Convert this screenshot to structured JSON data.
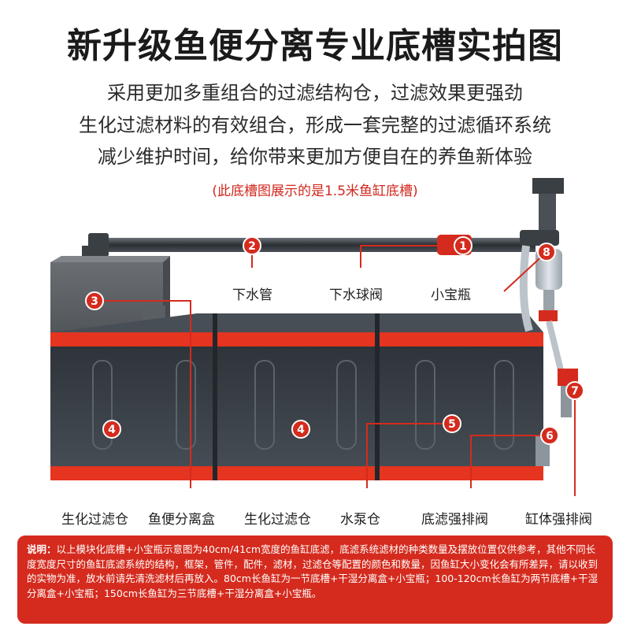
{
  "title": "新升级鱼便分离专业底槽实拍图",
  "intro": [
    "采用更加多重组合的过滤结构仓，过滤效果更强劲",
    "生化过滤材料的有效组合，形成一套完整的过滤循环系统",
    "减少维护时间，给你带来更加方便自在的养鱼新体验"
  ],
  "note": "(此底槽图展示的是1.5米鱼缸底槽)",
  "markers": [
    "1",
    "2",
    "3",
    "4",
    "4",
    "5",
    "6",
    "7",
    "8"
  ],
  "labels": {
    "drain_pipe": "下水管",
    "drain_ball_valve": "下水球阀",
    "small_bottle": "小宝瓶",
    "bio_chamber_left": "生化过滤仓",
    "feces_box": "鱼便分离盒",
    "bio_chamber_right": "生化过滤仓",
    "pump_chamber": "水泵仓",
    "bottom_drain_valve": "底滤强排阀",
    "tank_drain_valve": "缸体强排阀"
  },
  "description": {
    "prefix": "说明：",
    "text": "以上模块化底槽+小宝瓶示意图为40cm/41cm宽度的鱼缸底滤，底滤系统滤材的种类数量及摆放位置仅供参考，其他不同长度宽度尺寸的鱼缸底滤系统的结构，框架，管件，配件，滤材，过滤仓等配置的颜色和数量，因鱼缸大小变化会有所差异，请以收到的实物为准，放水前请先清洗滤材后再放入。80cm长鱼缸为一节底槽+干湿分离盒+小宝瓶；100-120cm长鱼缸为两节底槽+干湿分离盒+小宝瓶；150cm长鱼缸为三节底槽+干湿分离盒+小宝瓶。"
  },
  "colors": {
    "accent_red": "#d42b1e",
    "tank_dark": "#3a4047",
    "stripe": "#e5341f"
  }
}
